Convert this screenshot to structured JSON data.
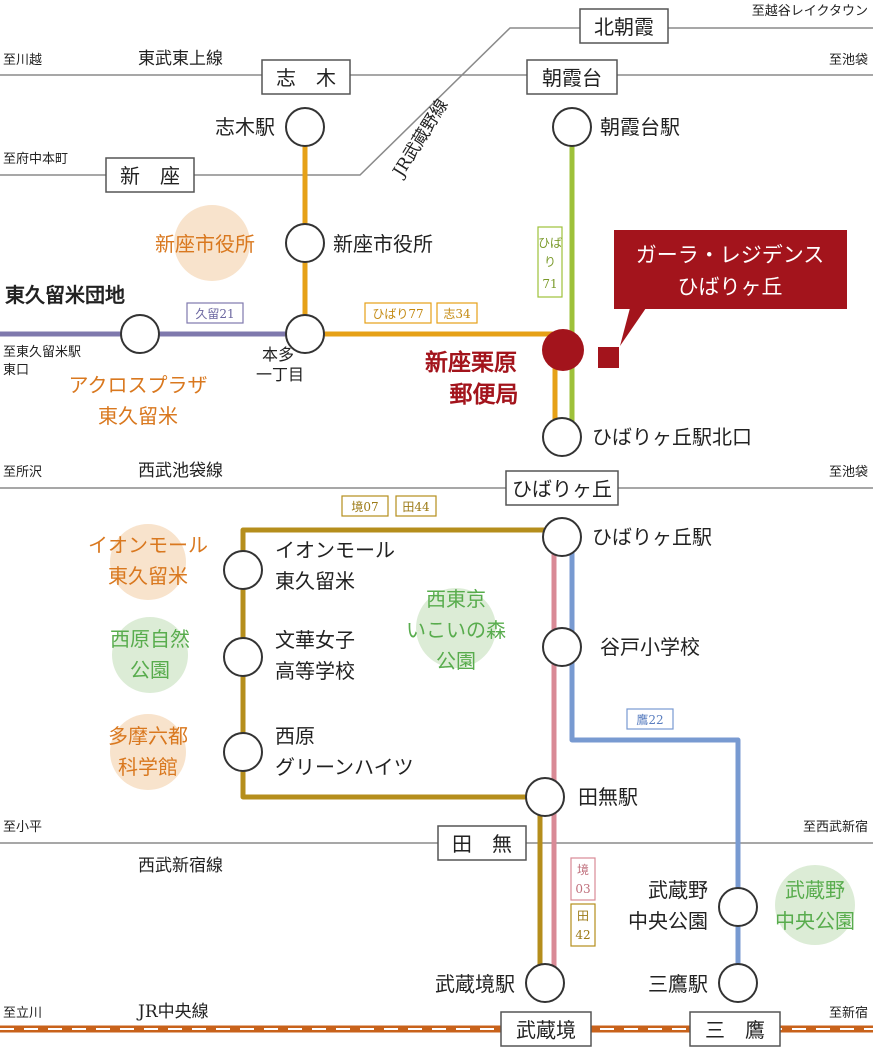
{
  "colors": {
    "orange_route": "#e6a117",
    "green_route": "#9ec13a",
    "purple_route": "#7f79ad",
    "brown_route": "#b58e1c",
    "pink_route": "#d98a96",
    "blue_route": "#789ad1",
    "highlight_red": "#a3141c",
    "facility_orange": "#d9781f",
    "facility_green": "#58ac4d",
    "jr_chuo": "#c8621b",
    "circle_peach": "#f8e3cc",
    "circle_green": "#dcecd6"
  },
  "railways": {
    "tobu_tojo": "東武東上線",
    "seibu_ikebukuro": "西武池袋線",
    "seibu_shinjuku": "西武新宿線",
    "jr_chuo": "JR中央線",
    "jr_musashino": "JR武蔵野線"
  },
  "destinations": {
    "kawagoe": "至川越",
    "ikebukuro_1": "至池袋",
    "koshigaya": "至越谷レイクタウン",
    "fuchu": "至府中本町",
    "tokorozawa": "至所沢",
    "ikebukuro_2": "至池袋",
    "kodaira": "至小平",
    "seibu_shinjuku": "至西武新宿",
    "tachikawa": "至立川",
    "shinjuku": "至新宿",
    "higashikurume_east": "至東久留米駅\n東口"
  },
  "station_boxes": {
    "shiki": "志　木",
    "kitaasaka": "北朝霞",
    "asakadai": "朝霞台",
    "niiza": "新　座",
    "hibarigaoka": "ひばりヶ丘",
    "tanashi": "田　無",
    "musashisakai": "武蔵境",
    "mitaka": "三　鷹"
  },
  "stops": {
    "shiki_eki": "志木駅",
    "asakadai_eki": "朝霞台駅",
    "niiza_shiyakusho": "新座市役所",
    "higashikurume_danchi": "東久留米団地",
    "honda_1": "本多",
    "honda_2": "一丁目",
    "hibarigaoka_kitaguchi": "ひばりヶ丘駅北口",
    "hibarigaoka_eki": "ひばりヶ丘駅",
    "aeon_1": "イオンモール",
    "aeon_2": "東久留米",
    "bunka_1": "文華女子",
    "bunka_2": "高等学校",
    "nishihara_1": "西原",
    "nishihara_2": "グリーンハイツ",
    "yato": "谷戸小学校",
    "tanashi_eki": "田無駅",
    "musashino_park_1": "武蔵野",
    "musashino_park_2": "中央公園",
    "musashisakai_eki": "武蔵境駅",
    "mitaka_eki": "三鷹駅"
  },
  "route_tags": {
    "hibari71_1": "ひば",
    "hibari71_2": "り",
    "hibari71_3": "71",
    "kuryu21": "久留21",
    "hibari77": "ひばり77",
    "shi34": "志34",
    "sakai07": "境07",
    "ta44": "田44",
    "taka22": "鷹22",
    "sakai03_1": "境",
    "sakai03_2": "03",
    "ta42_1": "田",
    "ta42_2": "42"
  },
  "highlight": {
    "property_1": "ガーラ・レジデンス",
    "property_2": "ひばりヶ丘",
    "post_office_1": "新座栗原",
    "post_office_2": "郵便局"
  },
  "facilities": {
    "niiza_cityhall": "新座市役所",
    "acros_1": "アクロスプラザ",
    "acros_2": "東久留米",
    "aeon_1": "イオンモール",
    "aeon_2": "東久留米",
    "nishihara_1": "西原自然",
    "nishihara_2": "公園",
    "tama_1": "多摩六都",
    "tama_2": "科学館",
    "nishitokyo_1": "西東京",
    "nishitokyo_2": "いこいの森",
    "nishitokyo_3": "公園",
    "musashino_1": "武蔵野",
    "musashino_2": "中央公園"
  }
}
